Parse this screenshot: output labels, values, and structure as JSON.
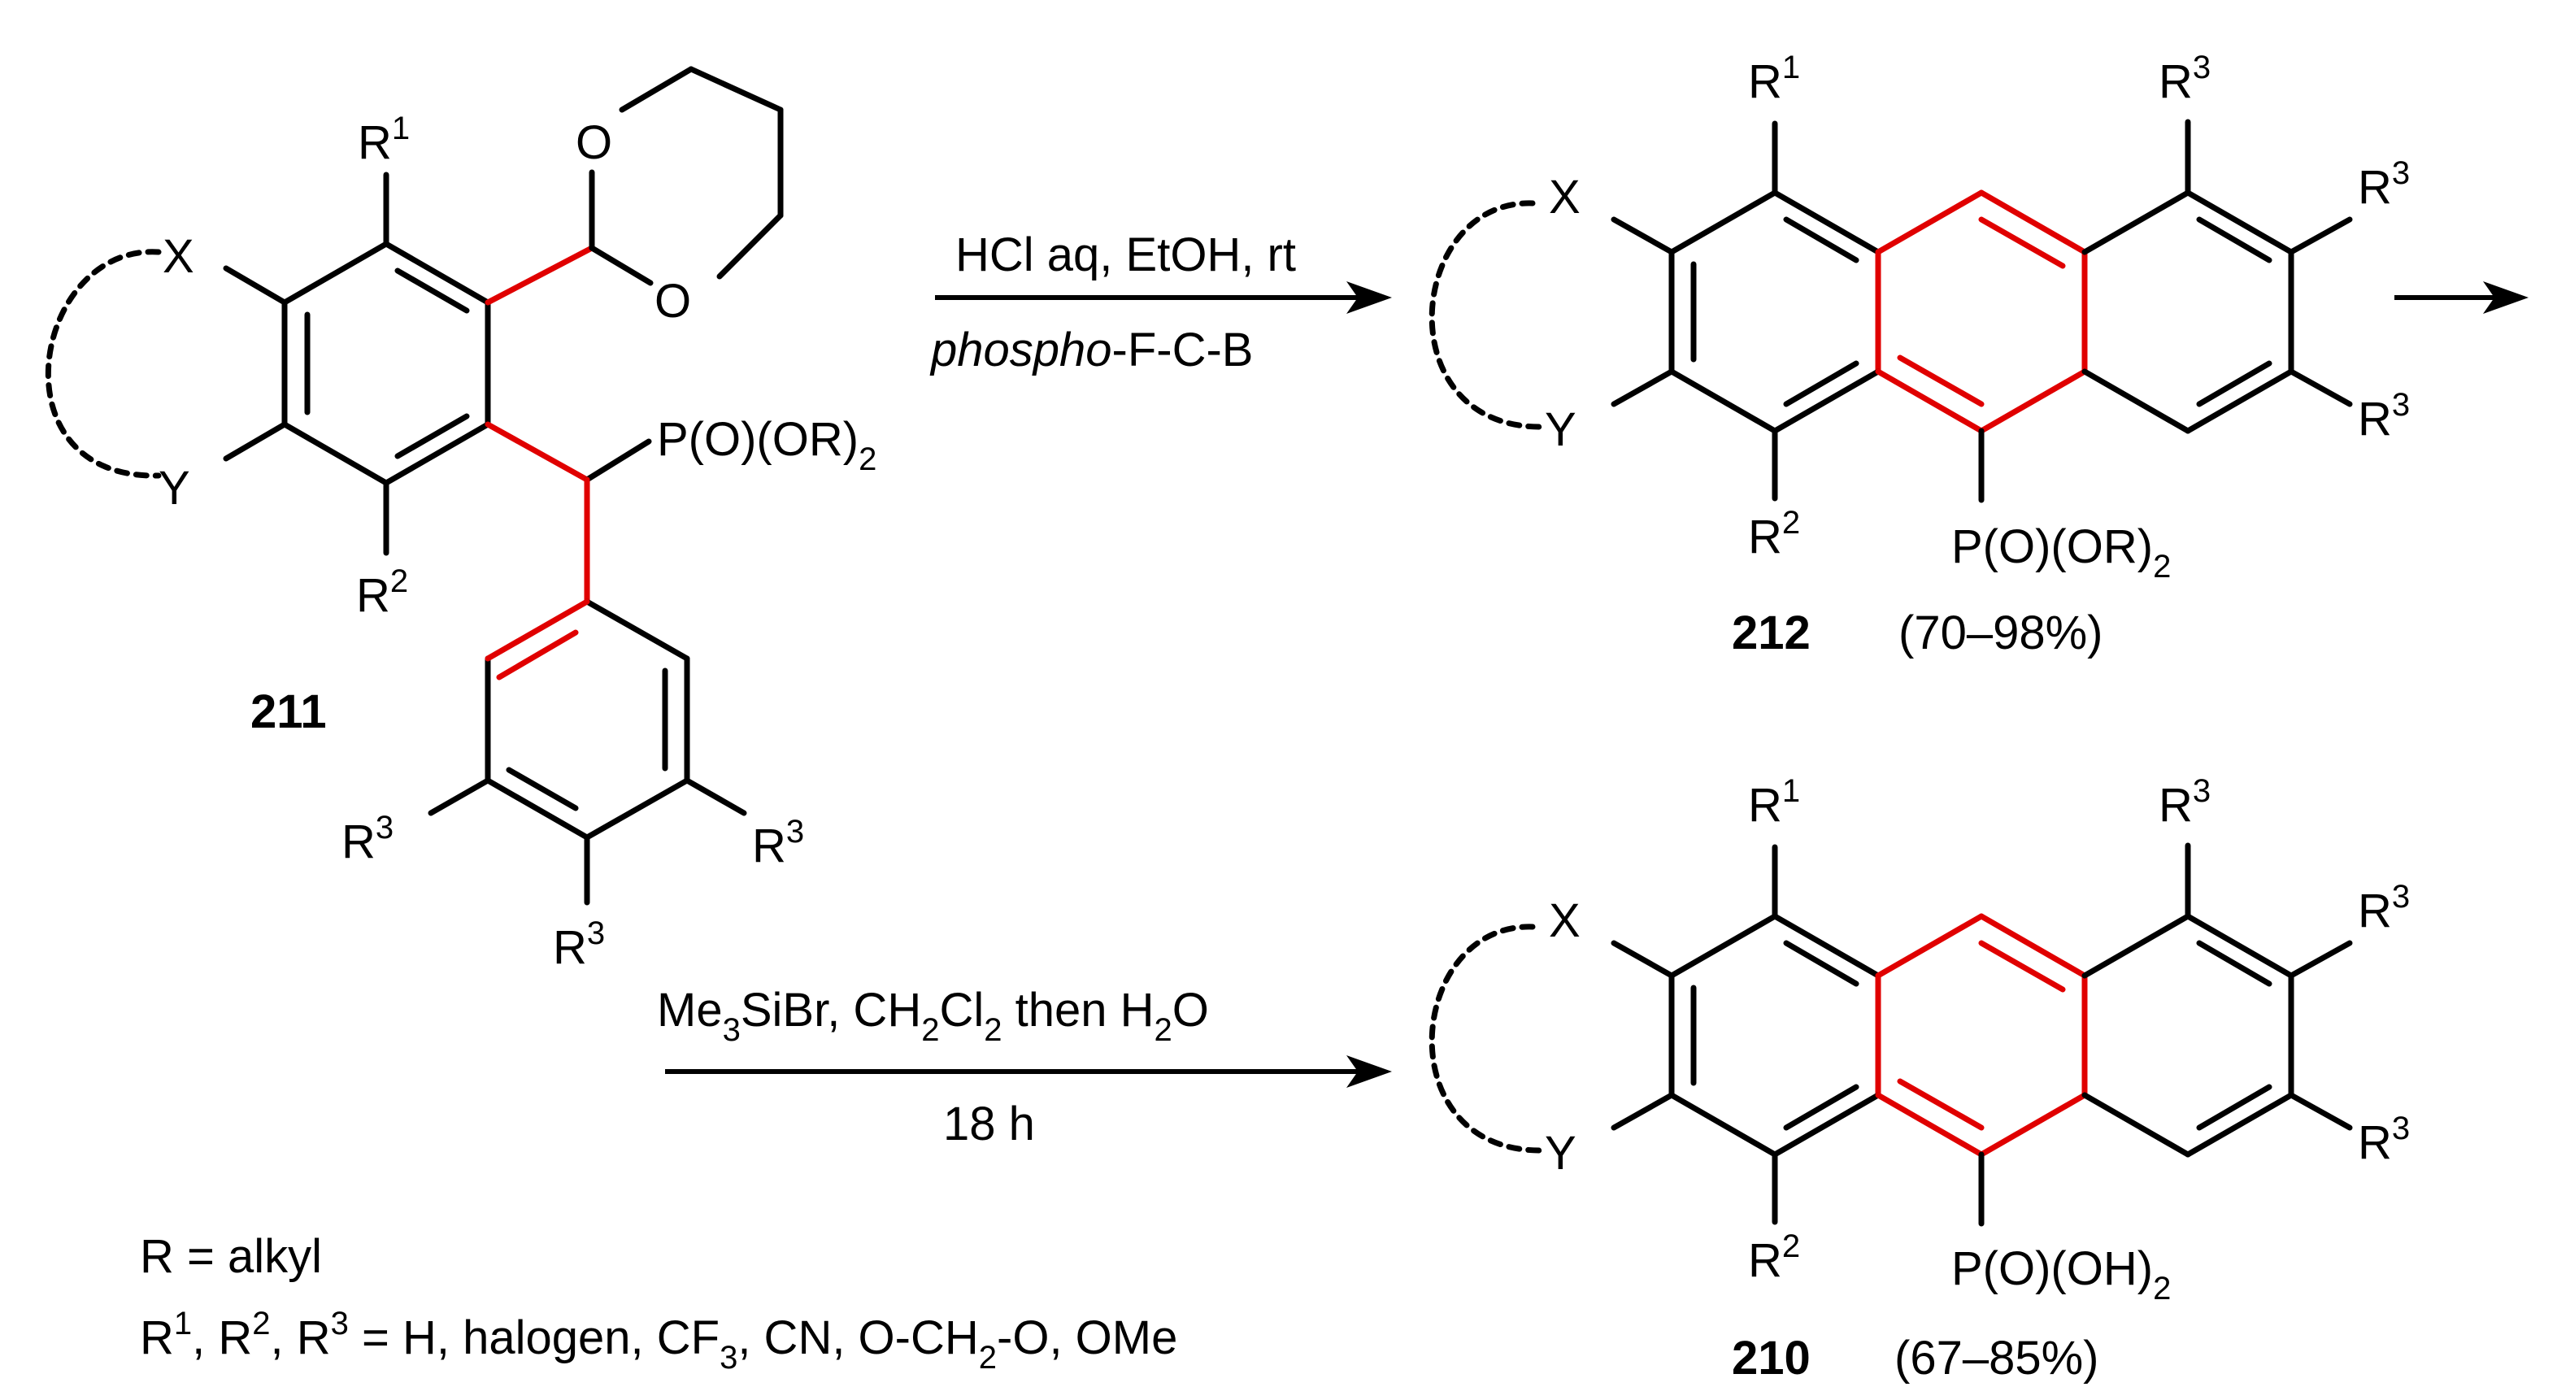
{
  "compounds": {
    "start": {
      "number": "211",
      "phosphonate": "P(O)(OR)",
      "subscript": "2"
    },
    "ester": {
      "number": "212",
      "yield": "(70–98%)",
      "phosphonate": "P(O)(OR)",
      "subscript": "2"
    },
    "acid": {
      "number": "210",
      "yield": "(67–85%)",
      "phosphonate": "P(O)(OH)",
      "subscript": "2"
    }
  },
  "atoms": {
    "x": "X",
    "y": "Y",
    "o": "O",
    "r1": "R",
    "r1_sup": "1",
    "r2": "R",
    "r2_sup": "2",
    "r3": "R",
    "r3_sup": "3"
  },
  "reaction1": {
    "reagents": "HCl aq, EtOH, rt",
    "method_italic": "phospho",
    "method_rest": "-F-C-B"
  },
  "reaction2": {
    "reagent_me": "Me",
    "me_sub": "3",
    "reagent_sibr": "SiBr, CH",
    "ch_sub": "2",
    "cl": "Cl",
    "cl_sub": "2",
    "then": " then H",
    "h_sub": "2",
    "water_o": "O",
    "time": "18 h"
  },
  "legend": {
    "r_def": "R = alkyl",
    "r_line": {
      "r": "R",
      "s1": "1",
      "c1": ", R",
      "s2": "2",
      "c2": ", R",
      "s3": "3",
      "rest1": " = H, halogen, CF",
      "sub_cf": "3",
      "rest2": ", CN, O-CH",
      "sub_ch": "2",
      "rest3": "-O, OMe"
    }
  },
  "colors": {
    "new_bonds": "#e00000",
    "bonds": "#000000"
  }
}
